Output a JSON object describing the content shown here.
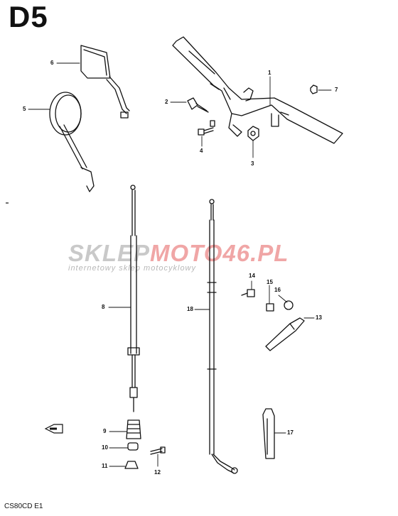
{
  "header": {
    "page_code": "D5"
  },
  "footer": {
    "model_code": "CS80CD E1"
  },
  "watermark": {
    "brand_part1": "SKLEP",
    "brand_part2": "MOTO46.PL",
    "tagline": "internetowy sklep motocyklowy"
  },
  "callouts": {
    "c1": "1",
    "c2": "2",
    "c3": "3",
    "c4": "4",
    "c5": "5",
    "c6": "6",
    "c7": "7",
    "c8": "8",
    "c9": "9",
    "c10": "10",
    "c11": "11",
    "c12": "12",
    "c13": "13",
    "c14": "14",
    "c15": "15",
    "c16": "16",
    "c17": "17",
    "c18": "18"
  },
  "colors": {
    "ink": "#111111",
    "watermark_grey": "#c9c9c9",
    "watermark_red": "#f0a6a6"
  },
  "icons": {
    "front_indicator": "arrow-left-icon"
  }
}
